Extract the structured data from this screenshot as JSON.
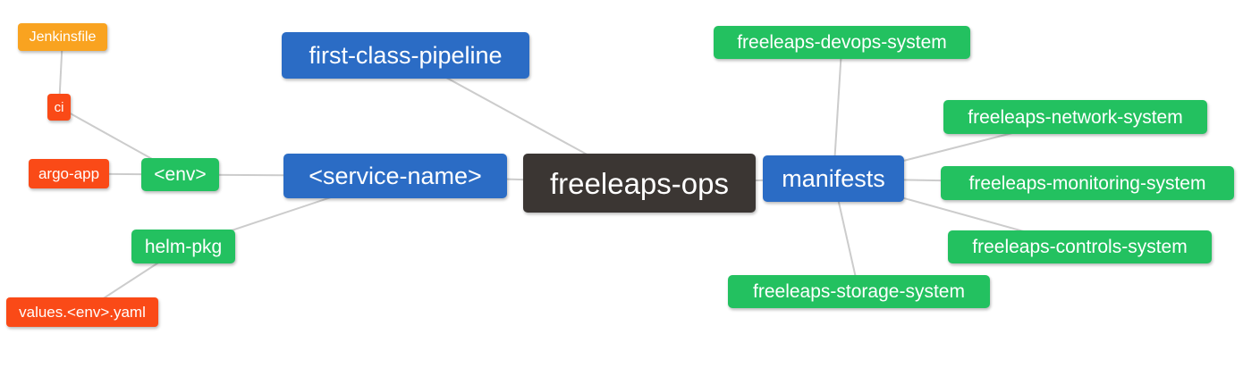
{
  "diagram": {
    "type": "mindmap",
    "root": "freeleaps-ops"
  },
  "palette": {
    "background": "#ffffff",
    "edge": "#cccccc",
    "node-text": "#ffffff",
    "dark": "#3b3633",
    "blue": "#2b6cc5",
    "green": "#23c160",
    "red": "#fa4a17",
    "orange": "#f9a320"
  },
  "nodes": {
    "freeleaps-ops": {
      "label": "freeleaps-ops",
      "kind": "root"
    },
    "first-class-pipeline": {
      "label": "first-class-pipeline",
      "kind": "blue"
    },
    "service-name": {
      "label": "<service-name>",
      "kind": "blue"
    },
    "manifests": {
      "label": "manifests",
      "kind": "blue"
    },
    "env": {
      "label": "<env>",
      "kind": "green"
    },
    "helm-pkg": {
      "label": "helm-pkg",
      "kind": "green"
    },
    "ci": {
      "label": "ci",
      "kind": "red"
    },
    "argo-app": {
      "label": "argo-app",
      "kind": "red"
    },
    "jenkinsfile": {
      "label": "Jenkinsfile",
      "kind": "orange"
    },
    "values-env-yaml": {
      "label": "values.<env>.yaml",
      "kind": "red"
    },
    "freeleaps-devops-system": {
      "label": "freeleaps-devops-system",
      "kind": "green"
    },
    "freeleaps-network-system": {
      "label": "freeleaps-network-system",
      "kind": "green"
    },
    "freeleaps-monitoring-system": {
      "label": "freeleaps-monitoring-system",
      "kind": "green"
    },
    "freeleaps-controls-system": {
      "label": "freeleaps-controls-system",
      "kind": "green"
    },
    "freeleaps-storage-system": {
      "label": "freeleaps-storage-system",
      "kind": "green"
    }
  },
  "edges": [
    [
      "jenkinsfile",
      "ci"
    ],
    [
      "ci",
      "env"
    ],
    [
      "argo-app",
      "env"
    ],
    [
      "env",
      "service-name"
    ],
    [
      "helm-pkg",
      "service-name"
    ],
    [
      "values-env-yaml",
      "helm-pkg"
    ],
    [
      "service-name",
      "freeleaps-ops"
    ],
    [
      "first-class-pipeline",
      "freeleaps-ops"
    ],
    [
      "freeleaps-ops",
      "manifests"
    ],
    [
      "manifests",
      "freeleaps-devops-system"
    ],
    [
      "manifests",
      "freeleaps-network-system"
    ],
    [
      "manifests",
      "freeleaps-monitoring-system"
    ],
    [
      "manifests",
      "freeleaps-controls-system"
    ],
    [
      "manifests",
      "freeleaps-storage-system"
    ]
  ]
}
